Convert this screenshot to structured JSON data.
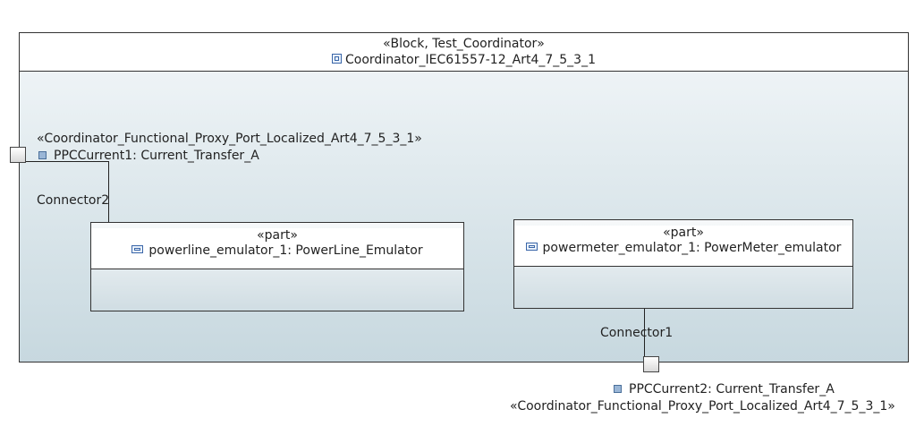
{
  "block": {
    "stereotype": "«Block, Test_Coordinator»",
    "name": "Coordinator_IEC61557-12_Art4_7_5_3_1"
  },
  "parts": [
    {
      "stereotype": "«part»",
      "name": "powerline_emulator_1: PowerLine_Emulator"
    },
    {
      "stereotype": "«part»",
      "name": "powermeter_emulator_1: PowerMeter_emulator"
    }
  ],
  "ports": [
    {
      "stereotype": "«Coordinator_Functional_Proxy_Port_Localized_Art4_7_5_3_1»",
      "name": "PPCCurrent1: Current_Transfer_A"
    },
    {
      "stereotype": "«Coordinator_Functional_Proxy_Port_Localized_Art4_7_5_3_1»",
      "name": "PPCCurrent2: Current_Transfer_A"
    }
  ],
  "connectors": [
    {
      "name": "Connector2"
    },
    {
      "name": "Connector1"
    }
  ],
  "icons": {
    "block": "block-icon",
    "part": "part-icon",
    "port": "port-icon"
  }
}
